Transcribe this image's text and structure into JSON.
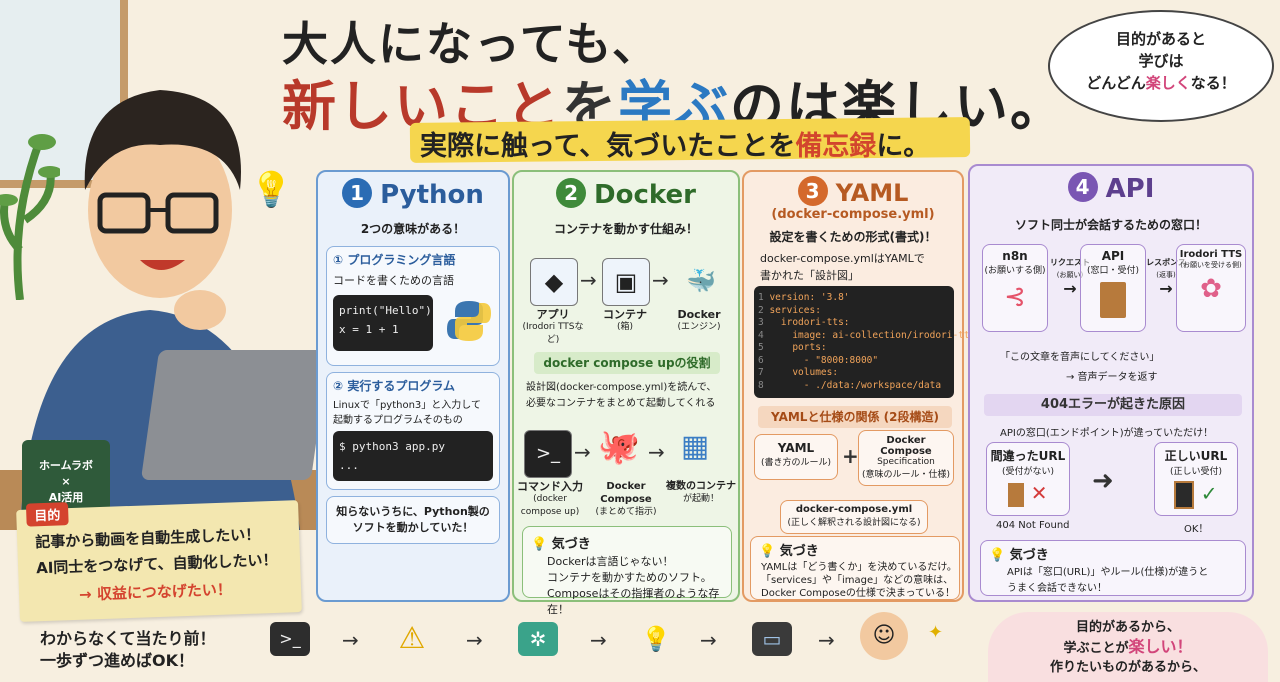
{
  "header": {
    "line1": "大人になっても、",
    "line2_part1": "新しいこと",
    "line2_part2": "を",
    "line2_part3": "学ぶ",
    "line2_part4": "のは楽しい。",
    "sub_part1": "実際に触って、気づいたことを",
    "sub_highlight": "備忘録",
    "sub_part2": "に。"
  },
  "bubble": {
    "line1": "目的があると",
    "line2": "学びは",
    "line3_pre": "どんどん",
    "line3_pink": "楽しく",
    "line3_post": "なる！"
  },
  "mug": {
    "line1": "ホームラボ",
    "line2": "×",
    "line3": "AI活用"
  },
  "purpose": {
    "tag": "目的",
    "l1": "記事から動画を自動生成したい！",
    "l2": "AI同士をつなげて、自動化したい！",
    "l3": "→ 収益につなげたい！"
  },
  "python": {
    "num": "1",
    "title": "Python",
    "sub": "2つの意味がある！",
    "s1_title": "① プログラミング言語",
    "s1_text": "コードを書くための言語",
    "s1_code1": "print(\"Hello\")",
    "s1_code2": "x = 1 + 1",
    "s2_title": "② 実行するプログラム",
    "s2_text1": "Linuxで「python3」と入力して",
    "s2_text2": "起動するプログラムそのもの",
    "s2_code1": "$ python3 app.py",
    "s2_code2": "...",
    "note1": "知らないうちに、Python製の",
    "note2": "ソフトを動かしていた！"
  },
  "docker": {
    "num": "2",
    "title": "Docker",
    "sub": "コンテナを動かす仕組み！",
    "app": "アプリ",
    "app_sub": "(Irodori TTSなど)",
    "container": "コンテナ",
    "container_sub": "(箱)",
    "engine": "Docker",
    "engine_sub": "(エンジン)",
    "compose_title": "docker compose upの役割",
    "compose_text1": "設計図(docker-compose.yml)を読んで、",
    "compose_text2": "必要なコンテナをまとめて起動してくれる",
    "cmd": "コマンド入力",
    "cmd_sub": "(docker compose up)",
    "dc": "Docker Compose",
    "dc_sub": "(まとめて指示)",
    "multi": "複数のコンテナ",
    "multi_sub": "が起動！",
    "note_title": "気づき",
    "note1": "Dockerは言語じゃない！",
    "note2": "コンテナを動かすためのソフト。",
    "note3": "Composeはその指揮者のような存在！"
  },
  "yaml": {
    "num": "3",
    "title": "YAML",
    "title2": "(docker-compose.yml)",
    "sub": "設定を書くための形式(書式)！",
    "text1": "docker-compose.ymlはYAMLで",
    "text2": "書かれた「設計図」",
    "code": [
      {
        "n": "1",
        "t": "version: '3.8'"
      },
      {
        "n": "2",
        "t": "services:"
      },
      {
        "n": "3",
        "t": "  irodori-tts:"
      },
      {
        "n": "4",
        "t": "    image: ai-collection/irodori-tts"
      },
      {
        "n": "5",
        "t": "    ports:"
      },
      {
        "n": "6",
        "t": "      - \"8000:8000\""
      },
      {
        "n": "7",
        "t": "    volumes:"
      },
      {
        "n": "8",
        "t": "      - ./data:/workspace/data"
      }
    ],
    "rel_title": "YAMLと仕様の関係 (2段構造)",
    "yaml_box": "YAML",
    "yaml_box_sub": "(書き方のルール)",
    "plus": "+",
    "spec_box": "Docker Compose",
    "spec_box2": "Specification",
    "spec_box_sub": "(意味のルール・仕様)",
    "result": "docker-compose.yml",
    "result_sub": "(正しく解釈される設計図になる)",
    "note_title": "気づき",
    "note1": "YAMLは「どう書くか」を決めているだけ。",
    "note2": "「services」や「image」などの意味は、",
    "note3": "Docker Composeの仕様で決まっている！"
  },
  "api": {
    "num": "4",
    "title": "API",
    "sub": "ソフト同士が会話するための窓口！",
    "n8n": "n8n",
    "n8n_sub": "(お願いする側)",
    "req": "リクエスト",
    "req_sub": "(お願い)",
    "api": "API",
    "api_sub": "(窓口・受付)",
    "res": "レスポンス",
    "res_sub": "(返事)",
    "tts": "Irodori TTS",
    "tts_sub": "(お願いを受ける側)",
    "quote": "「この文章を音声にしてください」",
    "ret": "→ 音声データを返す",
    "err_title": "404エラーが起きた原因",
    "err_text": "APIの窓口(エンドポイント)が違っていただけ！",
    "wrong": "間違ったURL",
    "wrong_sub": "(受付がない)",
    "wrong_code": "404 Not Found",
    "right": "正しいURL",
    "right_sub": "(正しい受付)",
    "right_code": "OK！",
    "note_title": "気づき",
    "note1": "APIは「窓口(URL)」やルール(仕様)が違うと",
    "note2": "うまく会話できない！"
  },
  "bottom": {
    "left1": "わからなくて当たり前！",
    "left2": "一歩ずつ進めばOK！",
    "corner1": "目的があるから、",
    "corner2_pre": "学ぶことが",
    "corner2_pink": "楽しい！",
    "corner3": "作りたいものがあるから、"
  }
}
